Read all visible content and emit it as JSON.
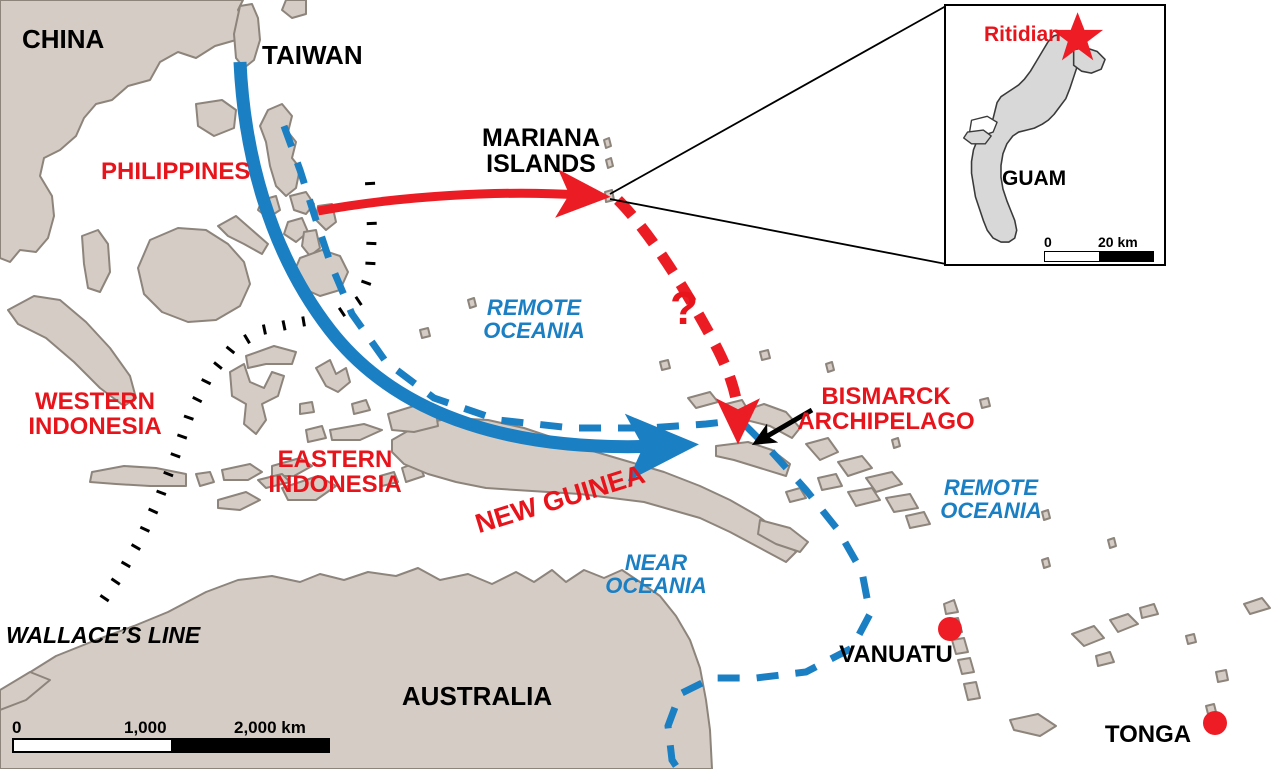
{
  "figure": {
    "kind": "map",
    "caption_absent": true,
    "land_color": "#d5cdc5",
    "sea_color": "#ffffff",
    "coast_color": "#8d847c",
    "blue_accent": "#1b7fc4",
    "red_accent": "#e8141c",
    "black": "#000000"
  },
  "map_labels": {
    "china": "CHINA",
    "taiwan": "TAIWAN",
    "philippines": "PHILIPPINES",
    "mariana_islands": "MARIANA\nISLANDS",
    "western_indonesia": "WESTERN\nINDONESIA",
    "eastern_indonesia": "EASTERN\nINDONESIA",
    "new_guinea": "NEW GUINEA",
    "bismarck_archipelago": "BISMARCK\nARCHIPELAGO",
    "australia": "AUSTRALIA",
    "vanuatu": "VANUATU",
    "tonga": "TONGA",
    "remote_oceania_north": "REMOTE\nOCEANIA",
    "remote_oceania_east": "REMOTE\nOCEANIA",
    "near_oceania": "NEAR\nOCEANIA",
    "wallaces_line": "WALLACE’S LINE",
    "uncertainty_marker": "?"
  },
  "scale_bar": {
    "ticks": [
      "0",
      "1,000",
      "2,000 km"
    ],
    "segments": [
      "white",
      "black"
    ],
    "unit": "km",
    "max_value": 2000
  },
  "inset": {
    "title_label": "Ritidian",
    "island_label": "GUAM",
    "site_marker": "red-star",
    "scale_bar": {
      "ticks": [
        "0",
        "20 km"
      ],
      "segments": [
        "white",
        "black"
      ],
      "unit": "km",
      "max_value": 20
    }
  },
  "legend_elements": {
    "blue_solid_arrow": "Austronesian migration route from Taiwan through the Philippines into Near Oceania",
    "red_solid_arrow": "Migration from the Philippines to the Mariana Islands",
    "red_dashed_arrow": "Hypothesised route from the Mariana Islands to the Bismarck Archipelago",
    "blue_dashed_line": "Near Oceania / Remote Oceania boundary",
    "black_dotted_line": "Wallace’s Line",
    "red_dots": "Sampled localities (Vanuatu, Tonga)",
    "black_arrow": "Pointer to the Bismarck Archipelago"
  }
}
